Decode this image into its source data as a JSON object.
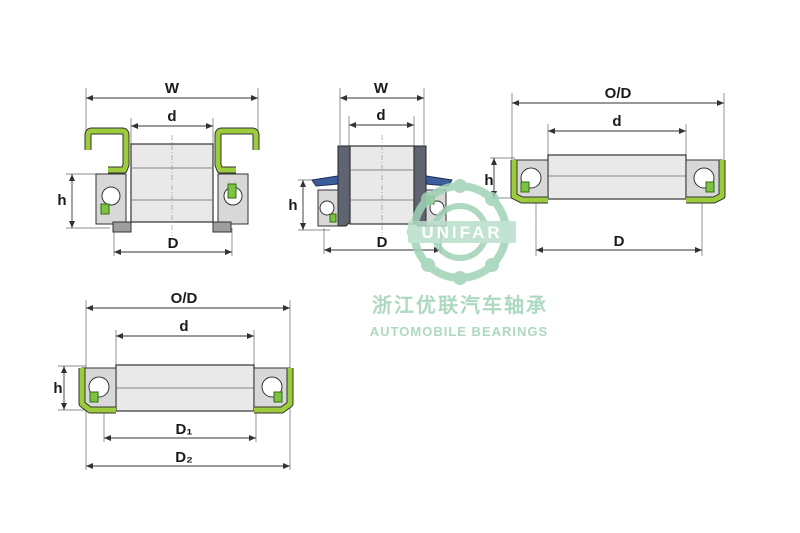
{
  "diagrams": {
    "fig1": {
      "w": "W",
      "d": "d",
      "h": "h",
      "D": "D"
    },
    "fig2": {
      "w": "W",
      "d": "d",
      "h": "h",
      "D": "D"
    },
    "fig3": {
      "od": "O/D",
      "d": "d",
      "h": "h",
      "D": "D"
    },
    "fig4": {
      "od": "O/D",
      "d": "d",
      "h": "h",
      "d1": "D₁",
      "d2": "D₂"
    }
  },
  "watermark": {
    "brand": "UNIFAR",
    "chinese": "浙江优联汽车轴承",
    "english": "AUTOMOBILE BEARINGS",
    "color": "#9fd3b6"
  },
  "icons": {
    "logo": "bearing-logo-icon",
    "arrow": "arrow-head-icon"
  }
}
